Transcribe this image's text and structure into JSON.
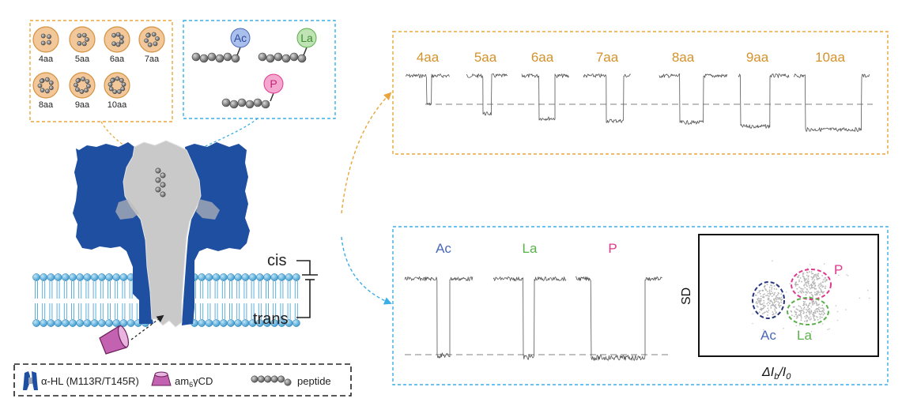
{
  "peptide_lengths": [
    "4aa",
    "5aa",
    "6aa",
    "7aa",
    "8aa",
    "9aa",
    "10aa"
  ],
  "modifications": [
    "Ac",
    "La",
    "P"
  ],
  "membrane_labels": {
    "cis": "cis",
    "trans": "trans"
  },
  "scatter": {
    "ylabel": "SD",
    "xlabel_main": "ΔI",
    "xlabel_sub1": "b",
    "xlabel_mid": "/I",
    "xlabel_sub2": "0"
  },
  "legend": {
    "pore": "α-HL (M113R/T145R)",
    "cd_main": "am",
    "cd_sub": "6",
    "cd_tail": "γCD",
    "peptide": "peptide"
  },
  "colors": {
    "orange": "#e8a63a",
    "orange_text": "#d4922a",
    "blue_dashed": "#3aaee6",
    "ac": "#4a68b8",
    "la": "#5ab04a",
    "p": "#e0388e",
    "pore_blue": "#1f4fa0",
    "membrane": "#4aa6d8"
  }
}
